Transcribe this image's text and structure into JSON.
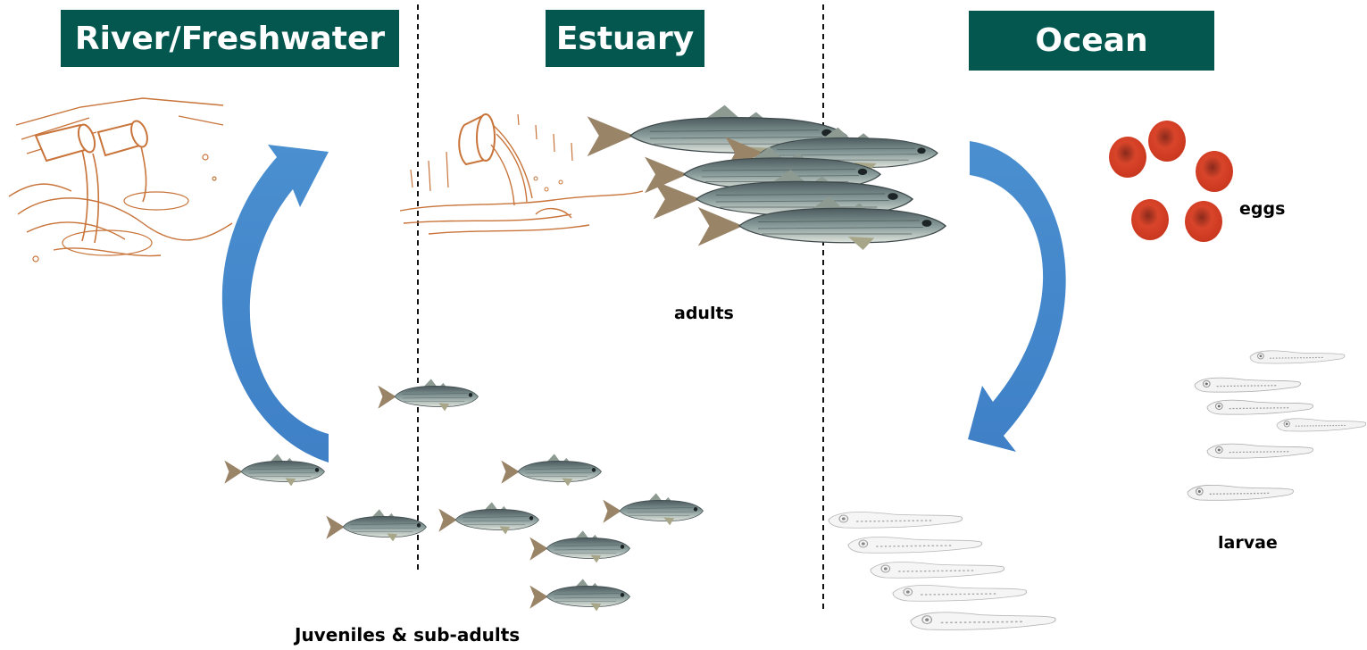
{
  "headers": {
    "river": "River/Freshwater",
    "estuary": "Estuary",
    "ocean": "Ocean"
  },
  "labels": {
    "adults": "adults",
    "eggs": "eggs",
    "larvae": "larvae",
    "juveniles": "Juveniles & sub-adults"
  },
  "colors": {
    "header_bg": "#03574f",
    "arrow": "#4a8fd0",
    "egg": "#d9452a",
    "sketch": "#c8743a",
    "fish_body": "#7c8f8e"
  }
}
